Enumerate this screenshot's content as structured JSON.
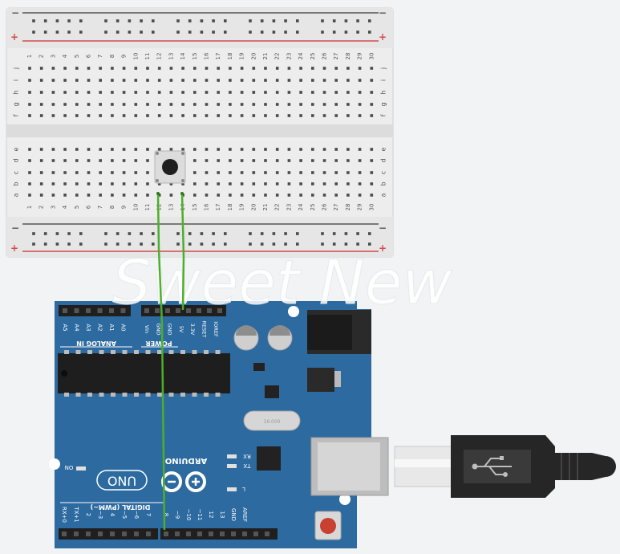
{
  "watermark": "Sweet  New",
  "breadboard": {
    "plus": "+",
    "minus": "−",
    "columns": [
      "1",
      "2",
      "3",
      "4",
      "5",
      "6",
      "7",
      "8",
      "9",
      "10",
      "11",
      "12",
      "13",
      "14",
      "15",
      "16",
      "17",
      "18",
      "19",
      "20",
      "21",
      "22",
      "23",
      "24",
      "25",
      "26",
      "27",
      "28",
      "29",
      "30"
    ],
    "row_letters_top": [
      "j",
      "i",
      "h",
      "g",
      "f"
    ],
    "row_letters_bottom": [
      "e",
      "d",
      "c",
      "b",
      "a"
    ]
  },
  "arduino": {
    "brand": "ARDUINO",
    "model": "UNO",
    "analog_in_label": "ANALOG IN",
    "analog_pins": [
      "A5",
      "A4",
      "A3",
      "A2",
      "A1",
      "A0"
    ],
    "power_label": "POWER",
    "power_pins": [
      "Vin",
      "GND",
      "GND",
      "5V",
      "3.3V",
      "RESET",
      "IOREF"
    ],
    "digital_label": "DIGITAL (PWM~)",
    "digital_pins": [
      "RX+0",
      "TX+1",
      "2",
      "~3",
      "4",
      "~5",
      "~6",
      "7",
      "8",
      "~9",
      "~10",
      "~11",
      "12",
      "13",
      "GND",
      "AREF"
    ],
    "on_label": "ON",
    "rx_label": "RX",
    "tx_label": "TX",
    "l_label": "L",
    "chip_text": "16.000"
  },
  "colors": {
    "board": "#2d6a9f",
    "wire": "#4caf2a",
    "rail_red": "#d24b4b",
    "rail_dark": "#555555",
    "breadboard": "#eaeaea"
  }
}
